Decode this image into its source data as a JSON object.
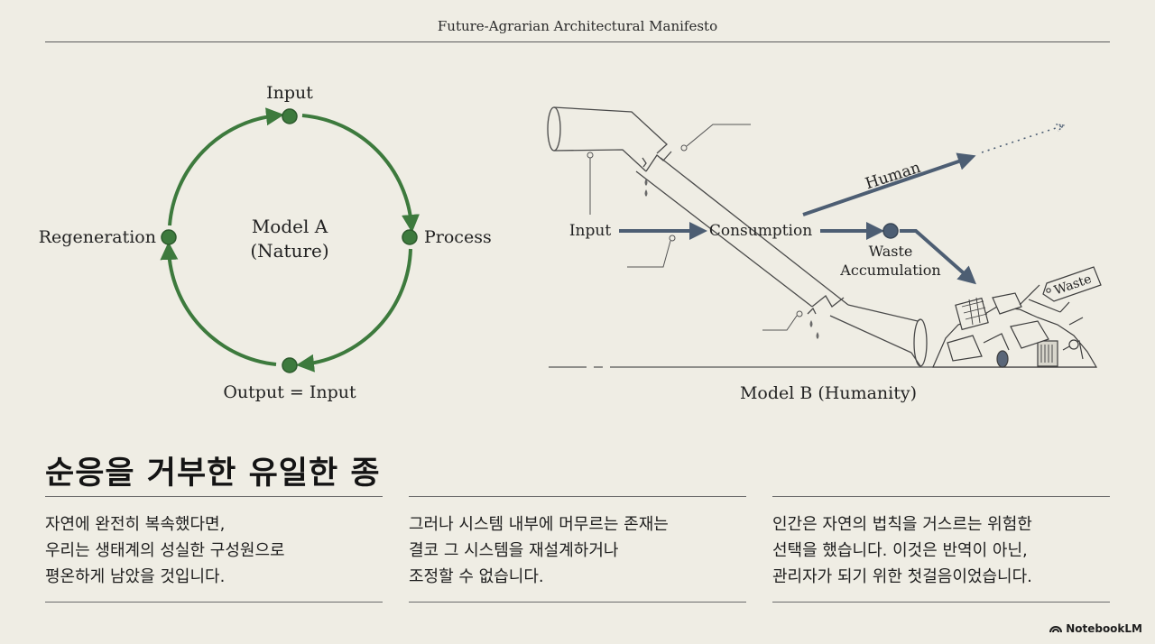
{
  "header": {
    "title": "Future-Agrarian Architectural Manifesto"
  },
  "model_a": {
    "center_line1": "Model A",
    "center_line2": "(Nature)",
    "nodes": {
      "top": "Input",
      "right": "Process",
      "bottom": "Output = Input",
      "left": "Regeneration"
    }
  },
  "model_b": {
    "caption": "Model B (Humanity)",
    "input": "Input",
    "consumption": "Consumption",
    "human": "Human",
    "waste_line1": "Waste",
    "waste_line2": "Accumulation",
    "waste_tag": "Waste"
  },
  "headline": "순응을 거부한 유일한 종",
  "columns": [
    {
      "text": "자연에 완전히 복속했다면,\n우리는 생태계의 성실한 구성원으로\n평온하게 남았을 것입니다."
    },
    {
      "text": "그러나 시스템 내부에 머무르는 존재는\n결코 그 시스템을 재설계하거나\n조정할 수 없습니다."
    },
    {
      "text": "인간은 자연의 법칙을 거스르는 위험한\n선택을 했습니다. 이것은 반역이 아닌,\n관리자가 되기 위한 첫걸음이었습니다."
    }
  ],
  "brand": "NotebookLM",
  "colors": {
    "nature_green": "#3d7a3d",
    "human_slate": "#4d5e73",
    "background": "#efede4"
  }
}
